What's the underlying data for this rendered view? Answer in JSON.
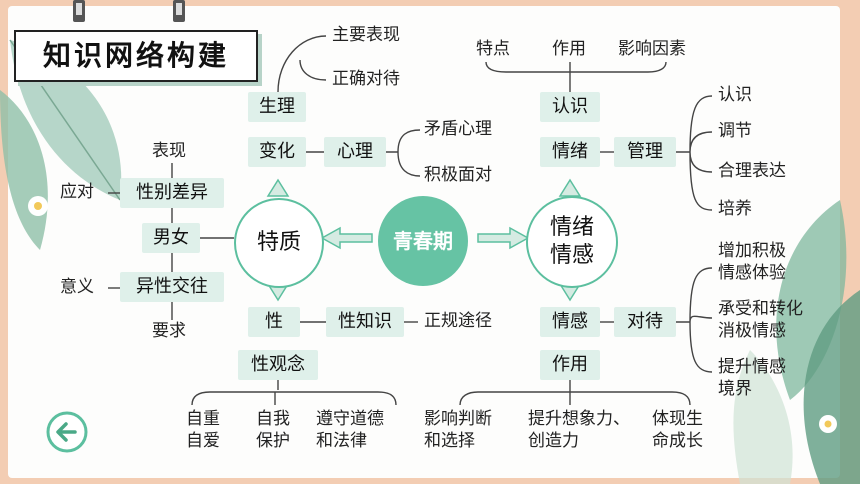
{
  "title": "知识网络构建",
  "center": "青春期",
  "left_hub": "特质",
  "right_hub": "情绪\n情感",
  "left": {
    "physio": "生理",
    "physio_items": [
      "主要表现",
      "正确对待"
    ],
    "change": "变化",
    "psych": "心理",
    "psych_items": [
      "矛盾心理",
      "积极面对"
    ],
    "gender": {
      "top": "表现",
      "diff": "性别差异",
      "cope": "应对",
      "male_female": "男女",
      "interact": "异性交往",
      "meaning": "意义",
      "require": "要求"
    },
    "sex": "性",
    "sex_knowledge": "性知识",
    "proper_way": "正规途径",
    "sex_view": "性观念",
    "sex_view_items": [
      "自重\n自爱",
      "自我\n保护",
      "遵守道德\n和法律"
    ]
  },
  "right": {
    "know": "认识",
    "know_items": [
      "特点",
      "作用",
      "影响因素"
    ],
    "emotion": "情绪",
    "manage": "管理",
    "manage_items": [
      "认识",
      "调节",
      "合理表达",
      "培养"
    ],
    "feeling": "情感",
    "treat": "对待",
    "treat_items": [
      "增加积极\n情感体验",
      "承受和转化\n消极情感",
      "提升情感\n境界"
    ],
    "role": "作用",
    "role_items": [
      "影响判断\n和选择",
      "提升想象力、\n创造力",
      "体现生\n命成长"
    ]
  },
  "nav": {
    "back": "back-arrow-icon"
  },
  "colors": {
    "accent": "#5cbf9f",
    "hub_border": "#5cbf9f",
    "box": "#dff0ea",
    "frame": "#f3cdb3"
  }
}
